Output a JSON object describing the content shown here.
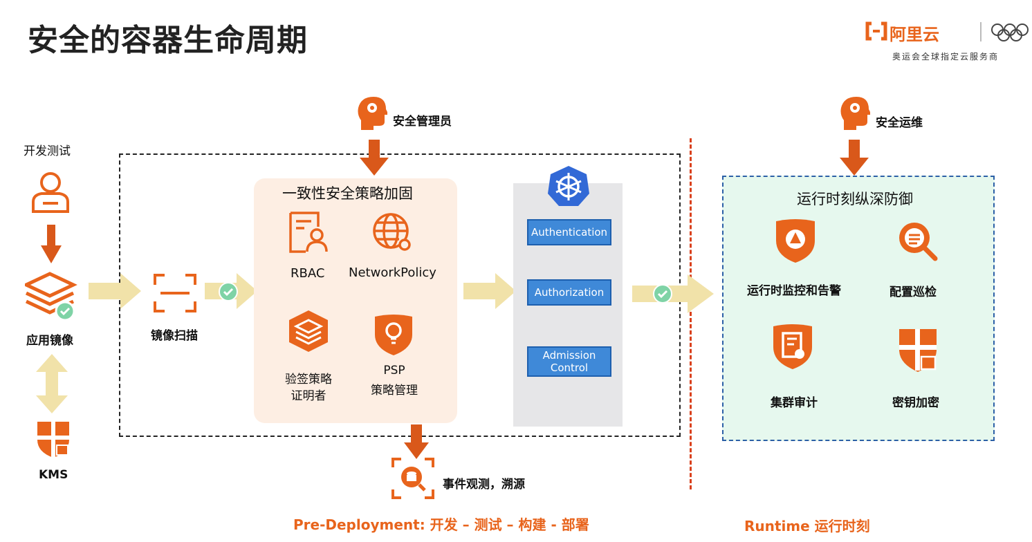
{
  "title": "安全的容器生命周期",
  "brand": {
    "name": "阿里云",
    "subtitle": "奥运会全球指定云服务商"
  },
  "roles": {
    "admin": "安全管理员",
    "ops": "安全运维",
    "dev": "开发测试"
  },
  "left": {
    "app_image": "应用镜像",
    "kms": "KMS",
    "image_scan": "镜像扫描"
  },
  "policy": {
    "title": "一致性安全策略加固",
    "rbac": "RBAC",
    "networkpolicy": "NetworkPolicy",
    "attestor_line1": "验签策略",
    "attestor_line2": "证明者",
    "psp_line1": "PSP",
    "psp_line2": "策略管理"
  },
  "k8s": {
    "authentication": "Authentication",
    "authorization": "Authorization",
    "admission_line1": "Admission",
    "admission_line2": "Control"
  },
  "events": "事件观测，溯源",
  "runtime": {
    "title": "运行时刻纵深防御",
    "monitor": "运行时监控和告警",
    "config": "配置巡检",
    "audit": "集群审计",
    "encrypt": "密钥加密"
  },
  "footer": {
    "predeploy": "Pre-Deployment:  开发 – 测试 – 构建 - 部署",
    "runtime": "Runtime 运行时刻"
  },
  "colors": {
    "accent": "#e8641c",
    "dark_orange": "#d9581a",
    "yellow_arrow": "#f1e2a9",
    "k8s_blue": "#3f89d8",
    "shield_green": "#7fd3a6"
  }
}
